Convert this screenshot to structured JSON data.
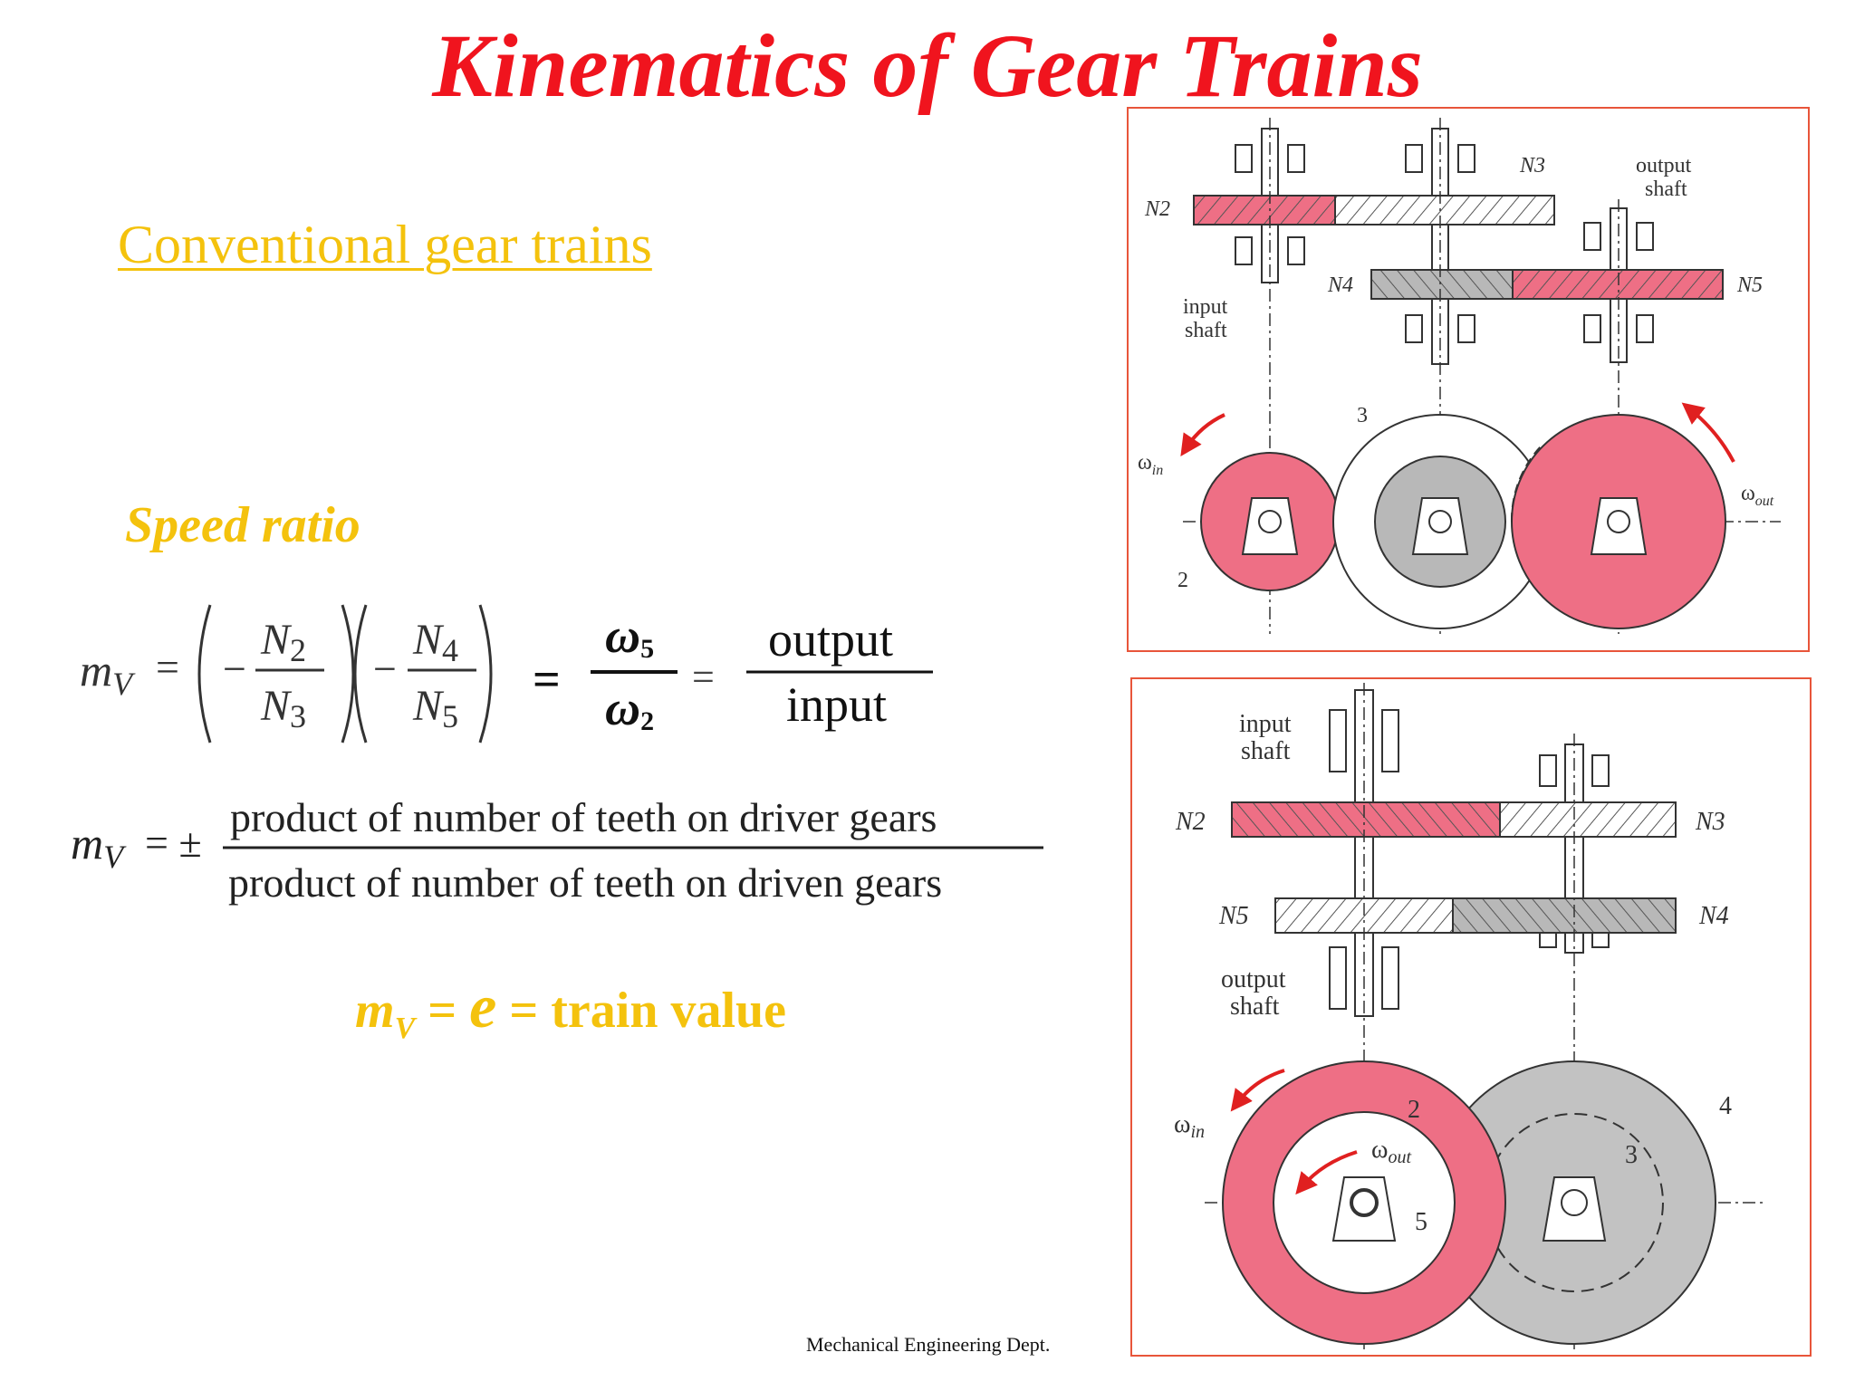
{
  "slide": {
    "title": "Kinematics of Gear Trains",
    "subtitle": "Conventional gear trains",
    "speed_ratio_heading": "Speed ratio",
    "footer": "Mechanical Engineering Dept."
  },
  "equation1": {
    "lhs_m": "m",
    "lhs_sub": "V",
    "equals": "=",
    "minus": "−",
    "n2": "N",
    "n2_sub": "2",
    "n3": "N",
    "n3_sub": "3",
    "n4": "N",
    "n4_sub": "4",
    "n5": "N",
    "n5_sub": "5",
    "omega_num": "ω",
    "omega_num_sub": "5",
    "omega_den": "ω",
    "omega_den_sub": "2",
    "output": "output",
    "input": "input"
  },
  "equation2": {
    "lhs_m": "m",
    "lhs_sub": "V",
    "equals_pm": "= ±",
    "numerator": "product of number of teeth on driver gears",
    "denominator": "product of number of teeth on driven gears"
  },
  "train_value": {
    "m": "m",
    "sub": "V",
    "eq1": " = ",
    "e": "e",
    "rest": " = train value"
  },
  "figure_top": {
    "labels": {
      "n2": "N2",
      "n3": "N3",
      "n4": "N4",
      "n5": "N5",
      "output_shaft_line1": "output",
      "output_shaft_line2": "shaft",
      "input_shaft_line1": "input",
      "input_shaft_line2": "shaft",
      "gear3": "3",
      "gear2": "2",
      "omega_in": "ω",
      "omega_in_sub": "in",
      "omega_out": "ω",
      "omega_out_sub": "out"
    }
  },
  "figure_bottom": {
    "labels": {
      "input_shaft_line1": "input",
      "input_shaft_line2": "shaft",
      "n2": "N2",
      "n3": "N3",
      "n5": "N5",
      "n4": "N4",
      "output_shaft_line1": "output",
      "output_shaft_line2": "shaft",
      "omega_in": "ω",
      "omega_in_sub": "in",
      "omega_out": "ω",
      "omega_out_sub": "out",
      "gear2": "2",
      "gear4": "4",
      "gear3": "3",
      "gear5": "5"
    }
  },
  "colors": {
    "title": "#f0141e",
    "accent_yellow": "#f4c20d",
    "gear_pink": "#ee6f85",
    "gear_gray": "#b8b8b8",
    "panel_border": "#e8553a"
  }
}
